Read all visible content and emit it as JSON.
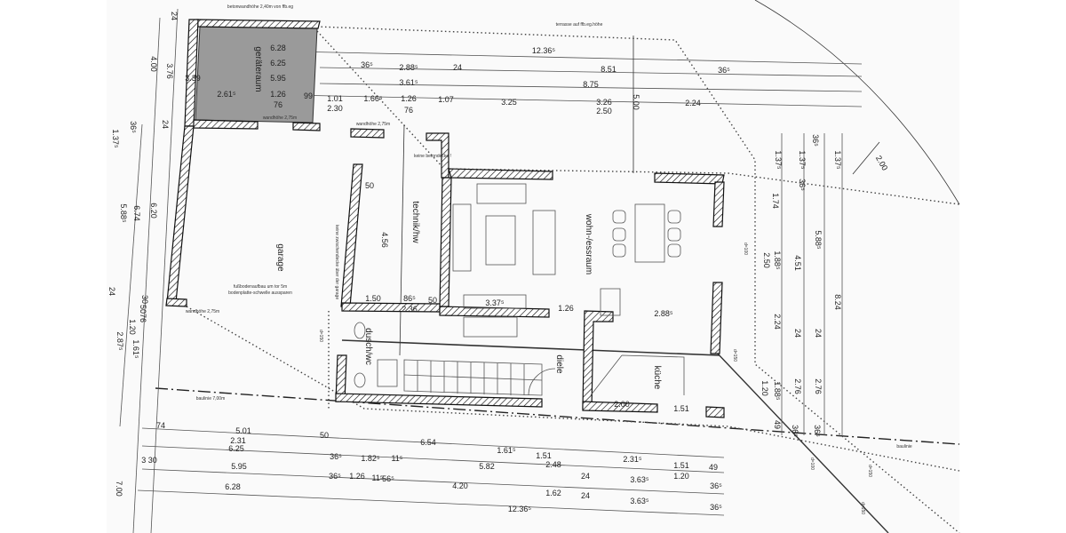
{
  "rooms": {
    "geraeteraum": "geräteraum",
    "garage": "garage",
    "technik": "technik/hw",
    "wohnraum": "wohn-/essraum",
    "dusche": "dusch/wc",
    "diele": "diele",
    "kueche": "küche"
  },
  "notes": {
    "betonwand": "betonwandhöhe 2,40m von ffb.eg",
    "terrasse": "terrasse auf ffb.eg.höhe",
    "wandhoehe_1": "wandhöhe 2,75m",
    "wandhoehe_2": "wandhöhe 2,75m",
    "wandhoehe_3": "wandhöhe 2,75m",
    "keine_betondecke": "keine betondecke !",
    "zwischendecke": "keine zwischendecke über der garage",
    "fussboden_1": "fußbodenaufbau um tor 5m",
    "fussboden_2": "bodenplatte-schwelle aussparen",
    "baulinie_left": "baulinie 7,00m",
    "baulinie_right": "baulinie",
    "d_1": "d=150",
    "d_2": "d=100",
    "d_3": "d=150",
    "d_4": "d=100",
    "d_5": "d=150",
    "d_6": "d=150"
  },
  "dimensions": {
    "top": [
      "12.36⁵",
      "36⁵",
      "2.88⁵",
      "24",
      "8.51",
      "36⁵",
      "3.61⁵",
      "8.75",
      "1.01",
      "1.66⁵",
      "1.26",
      "1.07",
      "3.25",
      "3.26",
      "2.24",
      "2.30",
      "76",
      "2.50",
      "5.00"
    ],
    "geraeteraum": [
      "6.28",
      "6.25",
      "5.95",
      "2.61⁵",
      "1.26",
      "99",
      "76",
      "3.39"
    ],
    "left": [
      "24",
      "4.00",
      "3.76",
      "36⁵",
      "24",
      "1.37⁵",
      "5.88⁵",
      "6.74",
      "6.20",
      "24",
      "30",
      "50",
      "76",
      "1.20",
      "2.87⁵",
      "1.61⁵",
      "7.00"
    ],
    "bottom": [
      "74",
      "5.01",
      "50",
      "2.31",
      "6.25",
      "6.54",
      "1.61⁵",
      "1.51",
      "2.31⁵",
      "36⁵",
      "1.82⁵",
      "11⁵",
      "5.82",
      "2.48",
      "1.51",
      "49",
      "3 30",
      "5.95",
      "36⁵",
      "1.26",
      "11⁵",
      "56⁵",
      "4.20",
      "24",
      "3.63⁵",
      "1.20",
      "36⁵",
      "6.28",
      "1.62",
      "24",
      "3.63⁵",
      "36⁵",
      "12.36⁵"
    ],
    "right": [
      "36⁵",
      "1.37⁵",
      "1.37⁵",
      "1.37⁵",
      "36⁵",
      "1.74",
      "5.88⁵",
      "1.88⁵",
      "2.50",
      "4.51",
      "8.24",
      "2.24",
      "24",
      "24",
      "2.76",
      "2.76",
      "1.88⁵",
      "1.20",
      "49",
      "36⁵",
      "36⁵",
      "2.00"
    ],
    "interior": [
      "50",
      "4.56",
      "1.50",
      "86⁵",
      "50",
      "2.36",
      "3.37⁵",
      "1.26",
      "2.88⁵",
      "2.00",
      "1.51"
    ]
  },
  "colors": {
    "storage_fill": "#9a9a9a",
    "lines": "#222222"
  }
}
